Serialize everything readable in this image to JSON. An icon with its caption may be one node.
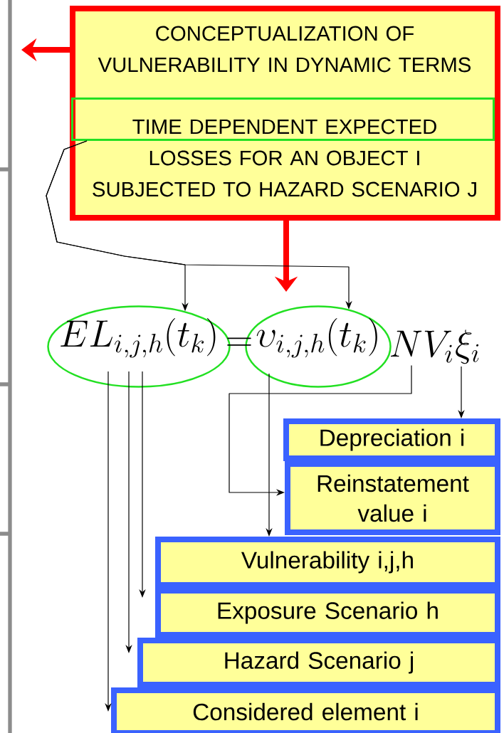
{
  "diagram": {
    "nodes": [
      {
        "text": [
          "CONCEPTUALIZATION OF VULNERABILITY IN DYNAMIC TERMS",
          "TIME DEPENDENT EXPECTED LOSSES FOR AN OBJECT I SUBJECTED TO HAZARD SCENARIO J"
        ]
      },
      {
        "text": [],
        "shape": "box",
        "in": 0
      },
      {
        "text": [
          "EL_{i,j,h}(t_k)"
        ]
      },
      {
        "text": [
          "\\upsilon_{i,j,h}(t_k)"
        ]
      },
      {
        "text": [
          "NV_i"
        ]
      },
      {
        "text": [
          "\\xi_i"
        ]
      },
      {
        "text": [
          "Depreciation i"
        ]
      },
      {
        "text": [
          "Reinstatement value i"
        ]
      },
      {
        "text": [
          "Vulnerability i,j,h"
        ]
      },
      {
        "text": [
          "Exposure Scenario h"
        ]
      },
      {
        "text": [
          "Hazard Scenario j"
        ]
      },
      {
        "text": [
          "Considered element i"
        ]
      }
    ],
    "edges": [
      {
        "from": 0,
        "to": null,
        "arrow": "to",
        "style": "thick",
        "color": "#ff0000"
      },
      {
        "from": 0,
        "to": null,
        "arrow": "to",
        "style": "thick",
        "color": "#ff0000"
      },
      {
        "from": 1,
        "to": 2,
        "arrow": "to"
      },
      {
        "from": 1,
        "to": 3,
        "arrow": "to"
      },
      {
        "from": 5,
        "to": 6,
        "arrow": "to"
      },
      {
        "from": 4,
        "to": 7,
        "arrow": "to"
      },
      {
        "from": 3,
        "to": 8,
        "arrow": "to"
      },
      {
        "from": 2,
        "to": 9,
        "arrow": "to"
      },
      {
        "from": 2,
        "to": 10,
        "arrow": "to"
      },
      {
        "from": 2,
        "to": 11,
        "arrow": "to"
      }
    ],
    "labels": [
      "="
    ]
  }
}
